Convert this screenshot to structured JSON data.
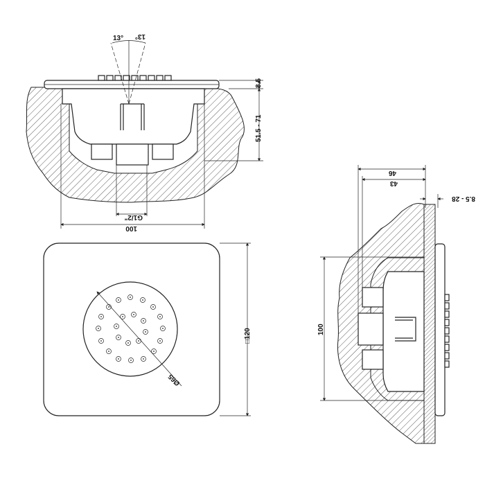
{
  "drawing": {
    "front_section": {
      "angle_left": "13°",
      "angle_right": "13°",
      "flange_thickness": "8.5",
      "install_depth_range": "51.5 - 71",
      "thread_size": "G1/2\"",
      "body_width": "100"
    },
    "plan_view": {
      "plate_size": "□120",
      "spray_diameter": "Ø65"
    },
    "side_section": {
      "overall_depth": "46",
      "body_depth": "43",
      "wall_finish_range": "8.5 - 28",
      "body_height": "100"
    }
  }
}
